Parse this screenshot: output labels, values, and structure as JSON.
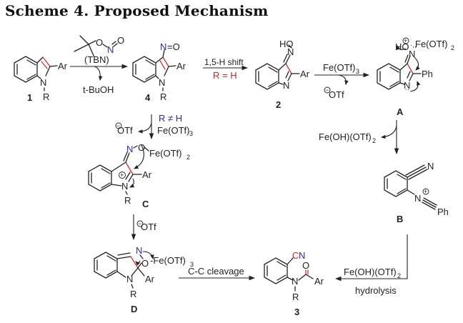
{
  "title": "Scheme 4. Proposed Mechanism",
  "compounds": {
    "c1": {
      "label": "1",
      "substituents": [
        "Ar",
        "N",
        "R"
      ]
    },
    "c4": {
      "label": "4",
      "substituents": [
        "N",
        "=O",
        "Ar",
        "N",
        "R"
      ]
    },
    "c2": {
      "label": "2",
      "substituents": [
        "HO",
        "N",
        "N",
        "Ar"
      ]
    },
    "cA": {
      "label": "A",
      "substituents": [
        "HO",
        "Fe(OTf)",
        "2",
        "N",
        "N",
        "Ph"
      ]
    },
    "cB": {
      "label": "B",
      "substituents": [
        "N",
        "N",
        "Ph"
      ]
    },
    "cC": {
      "label": "C",
      "substituents": [
        "N",
        "O",
        "Fe(OTf)",
        "2",
        "Ar",
        "N",
        "R"
      ]
    },
    "cD": {
      "label": "D",
      "substituents": [
        "N",
        "O",
        "-Fe(OTf)",
        "3",
        "N",
        "Ar",
        "R"
      ]
    },
    "c3": {
      "label": "3",
      "substituents": [
        "C",
        "N",
        "O",
        "N",
        "Ar",
        "R"
      ]
    },
    "tbn": {
      "atoms": [
        "O",
        "N",
        "O"
      ]
    }
  },
  "conditions": {
    "step1_above": "(TBN)",
    "step1_byproduct": "t-BuOH",
    "step2_above": "1,5-H shift",
    "step2_below": "R = H",
    "step3_above": "Fe(OTf)",
    "step3_above_sub": "3",
    "step3_byproduct": "OTf",
    "step4_byproduct": "Fe(OH)(OTf)",
    "step4_byproduct_sub": "2",
    "step5_cond1": "R ≠ H",
    "step5_cond2": "Fe(OTf)",
    "step5_cond2_sub": "3",
    "step5_byproduct": "OTf",
    "step6_side": "OTf",
    "step7_above": "C-C cleavage",
    "step8_above": "Fe(OH)(OTf)",
    "step8_above_sub": "2",
    "step8_below": "hydrolysis"
  },
  "charges": {
    "minus": "−",
    "plus": "+"
  }
}
